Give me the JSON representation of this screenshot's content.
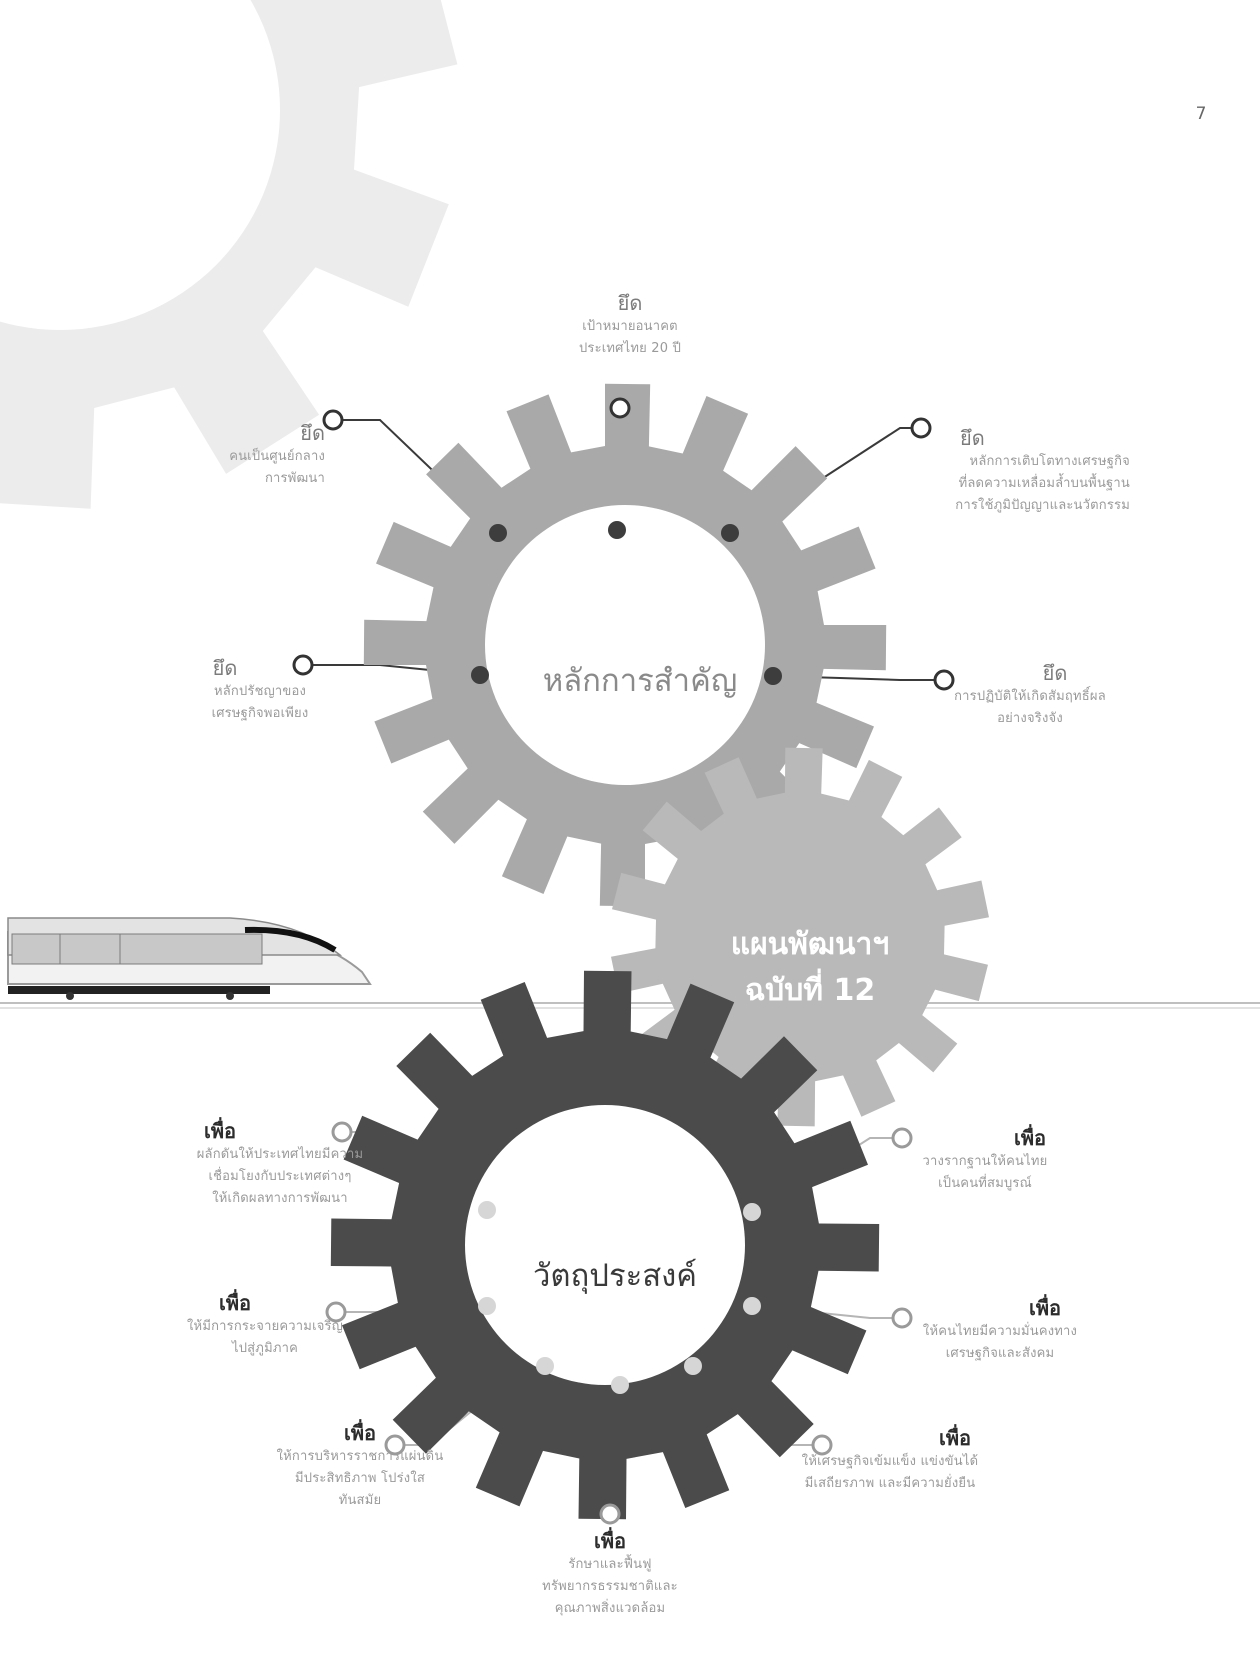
{
  "page_number": "7",
  "principles": {
    "hub_label": "หลักการสำคัญ",
    "items": [
      {
        "head": "ยึด",
        "lines": [
          "เป้าหมายอนาคต",
          "ประเทศไทย 20 ปี"
        ]
      },
      {
        "head": "ยึด",
        "lines": [
          "คนเป็นศูนย์กลาง",
          "การพัฒนา"
        ]
      },
      {
        "head": "ยึด",
        "lines": [
          "หลักการเติบโตทางเศรษฐกิจ",
          "ที่ลดความเหลื่อมล้ำบนพื้นฐาน",
          "การใช้ภูมิปัญญาและนวัตกรรม"
        ]
      },
      {
        "head": "ยึด",
        "lines": [
          "หลักปรัชญาของ",
          "เศรษฐกิจพอเพียง"
        ]
      },
      {
        "head": "ยึด",
        "lines": [
          "การปฏิบัติให้เกิดสัมฤทธิ์ผล",
          "อย่างจริงจัง"
        ]
      }
    ]
  },
  "plan": {
    "title_line1": "แผนพัฒนาฯ",
    "title_line2": "ฉบับที่ 12"
  },
  "objectives": {
    "hub_label": "วัตถุประสงค์",
    "items": [
      {
        "head": "เพื่อ",
        "lines": [
          "ผลักดันให้ประเทศไทยมีความ",
          "เชื่อมโยงกับประเทศต่างๆ",
          "ให้เกิดผลทางการพัฒนา"
        ]
      },
      {
        "head": "เพื่อ",
        "lines": [
          "วางรากฐานให้คนไทย",
          "เป็นคนที่สมบูรณ์"
        ]
      },
      {
        "head": "เพื่อ",
        "lines": [
          "ให้มีการกระจายความเจริญ",
          "ไปสู่ภูมิภาค"
        ]
      },
      {
        "head": "เพื่อ",
        "lines": [
          "ให้คนไทยมีความมั่นคงทาง",
          "เศรษฐกิจและสังคม"
        ]
      },
      {
        "head": "เพื่อ",
        "lines": [
          "ให้การบริหารราชการแผ่นดิน",
          "มีประสิทธิภาพ โปร่งใส",
          "ทันสมัย"
        ]
      },
      {
        "head": "เพื่อ",
        "lines": [
          "ให้เศรษฐกิจเข้มแข็ง แข่งขันได้",
          "มีเสถียรภาพ และมีความยั่งยืน"
        ]
      },
      {
        "head": "เพื่อ",
        "lines": [
          "รักษาและฟื้นฟู",
          "ทรัพยากรธรรมชาติและ",
          "คุณภาพสิ่งแวดล้อม"
        ]
      }
    ]
  },
  "colors": {
    "principles_gear": "#a9a9a9",
    "plan_gear": "#b9b9b9",
    "objectives_gear": "#4b4b4b",
    "watermark_gear": "#ececec",
    "connector_dark": "#3a3a3a",
    "connector_light": "#b5b5b5"
  }
}
